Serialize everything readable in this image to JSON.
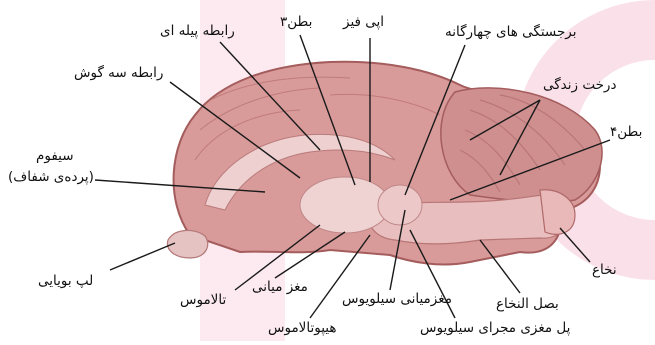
{
  "colors": {
    "brain": "#dba0a0",
    "brain_dark": "#b86a6a",
    "brain_light": "#ecc1c1",
    "midline": "#e9c9c9",
    "watermark": "#f4b6c8",
    "line": "#1a1a1a"
  },
  "labels": {
    "pineal": "اپی فیز",
    "ventricle3": "بطن۳",
    "corpus_callosum": "رابطه پیله ای",
    "fornix": "رابطه سه گوش",
    "septum": "سیفوم",
    "septum_sub": "(پرده‌ی شفاف)",
    "quadrigeminal": "برجستگی های چهارگانه",
    "arbor_vitae": "درخت زندگی",
    "ventricle4": "بطن۴",
    "olfactory_lobe": "لپ بویایی",
    "thalamus": "تالاموس",
    "midbrain": "مغز میانی",
    "hypothalamus": "هیپوتالاموس",
    "aqueduct_midbrain": "مغزمیانی سیلویوس",
    "aqueduct_pons": "پل مغزی مجرای سیلویوس",
    "medulla": "بصل النخاع",
    "spinal_cord": "نخاع"
  }
}
